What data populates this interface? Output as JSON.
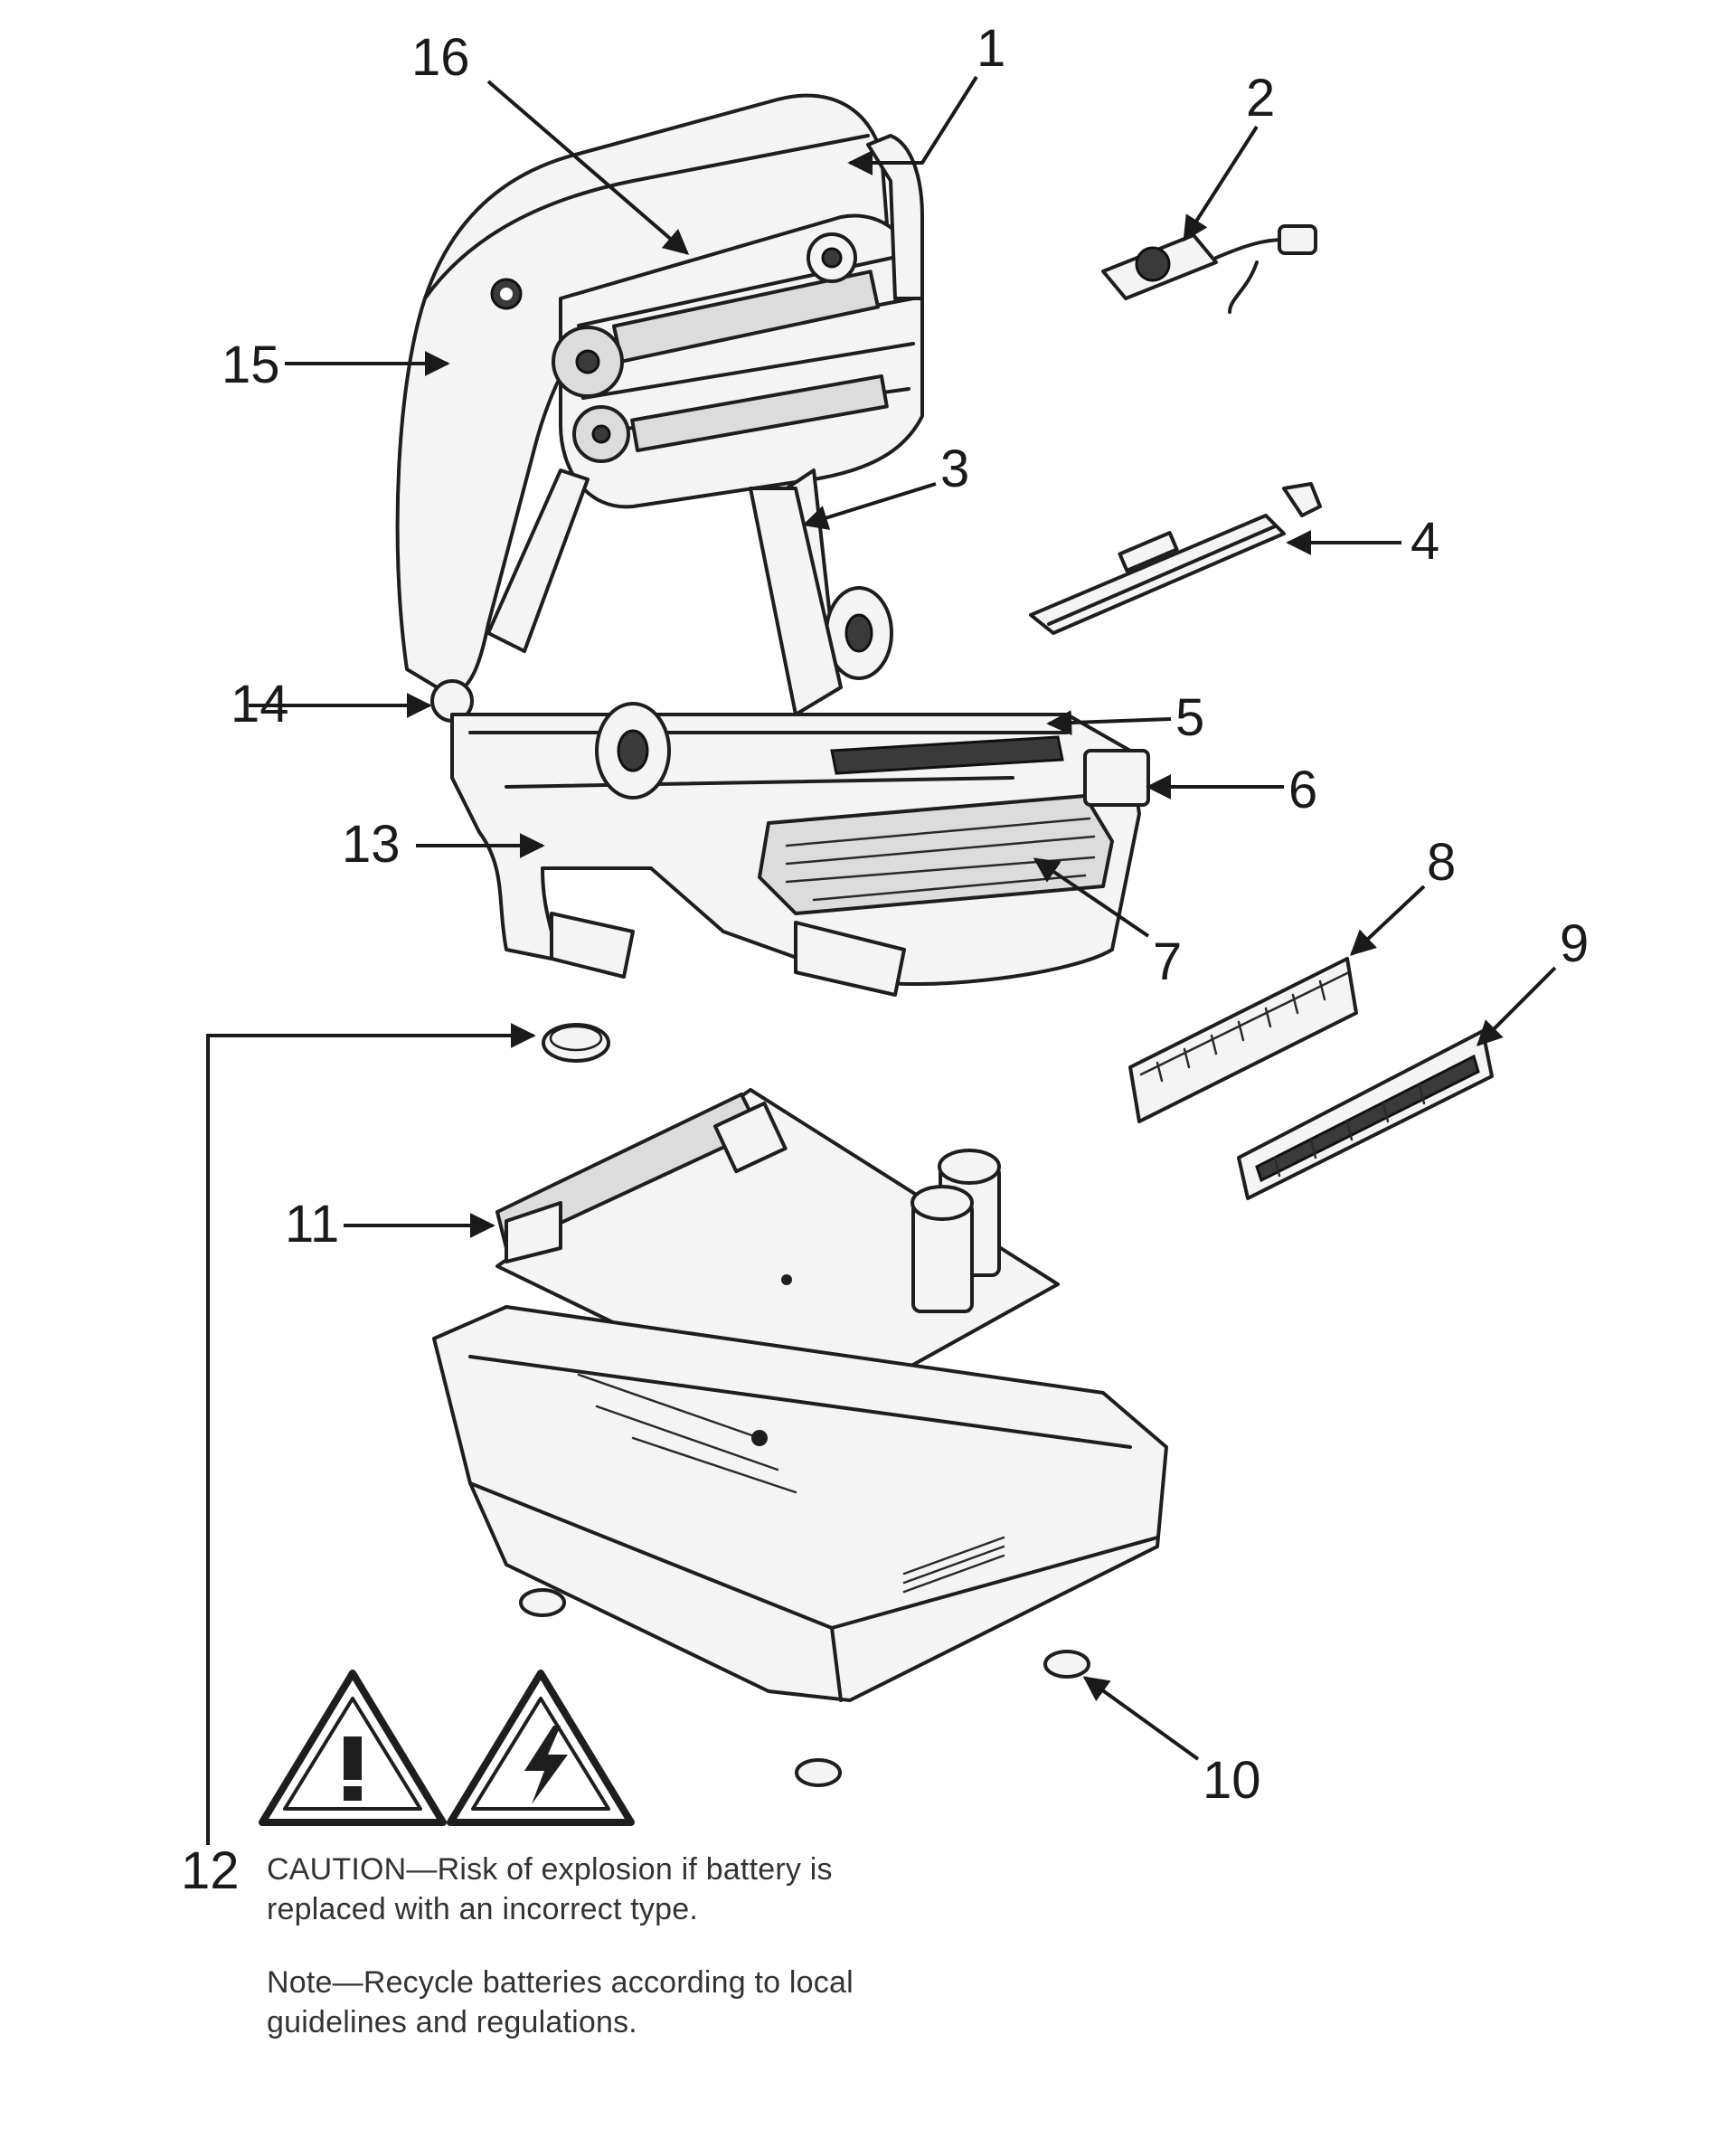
{
  "callouts": {
    "c1": "1",
    "c2": "2",
    "c3": "3",
    "c4": "4",
    "c5": "5",
    "c6": "6",
    "c7": "7",
    "c8": "8",
    "c9": "9",
    "c10": "10",
    "c11": "11",
    "c12": "12",
    "c13": "13",
    "c14": "14",
    "c15": "15",
    "c16": "16"
  },
  "caution_text_line1": "CAUTION—Risk of explosion if battery is",
  "caution_text_line2": "replaced with an incorrect type.",
  "note_text_line1": "Note—Recycle batteries according to local",
  "note_text_line2": "guidelines and regulations.",
  "colors": {
    "line": "#1e1e1e",
    "fill": "#f4f4f4",
    "background": "#ffffff"
  },
  "icons": [
    "warning-exclamation-icon",
    "electrical-hazard-icon"
  ]
}
